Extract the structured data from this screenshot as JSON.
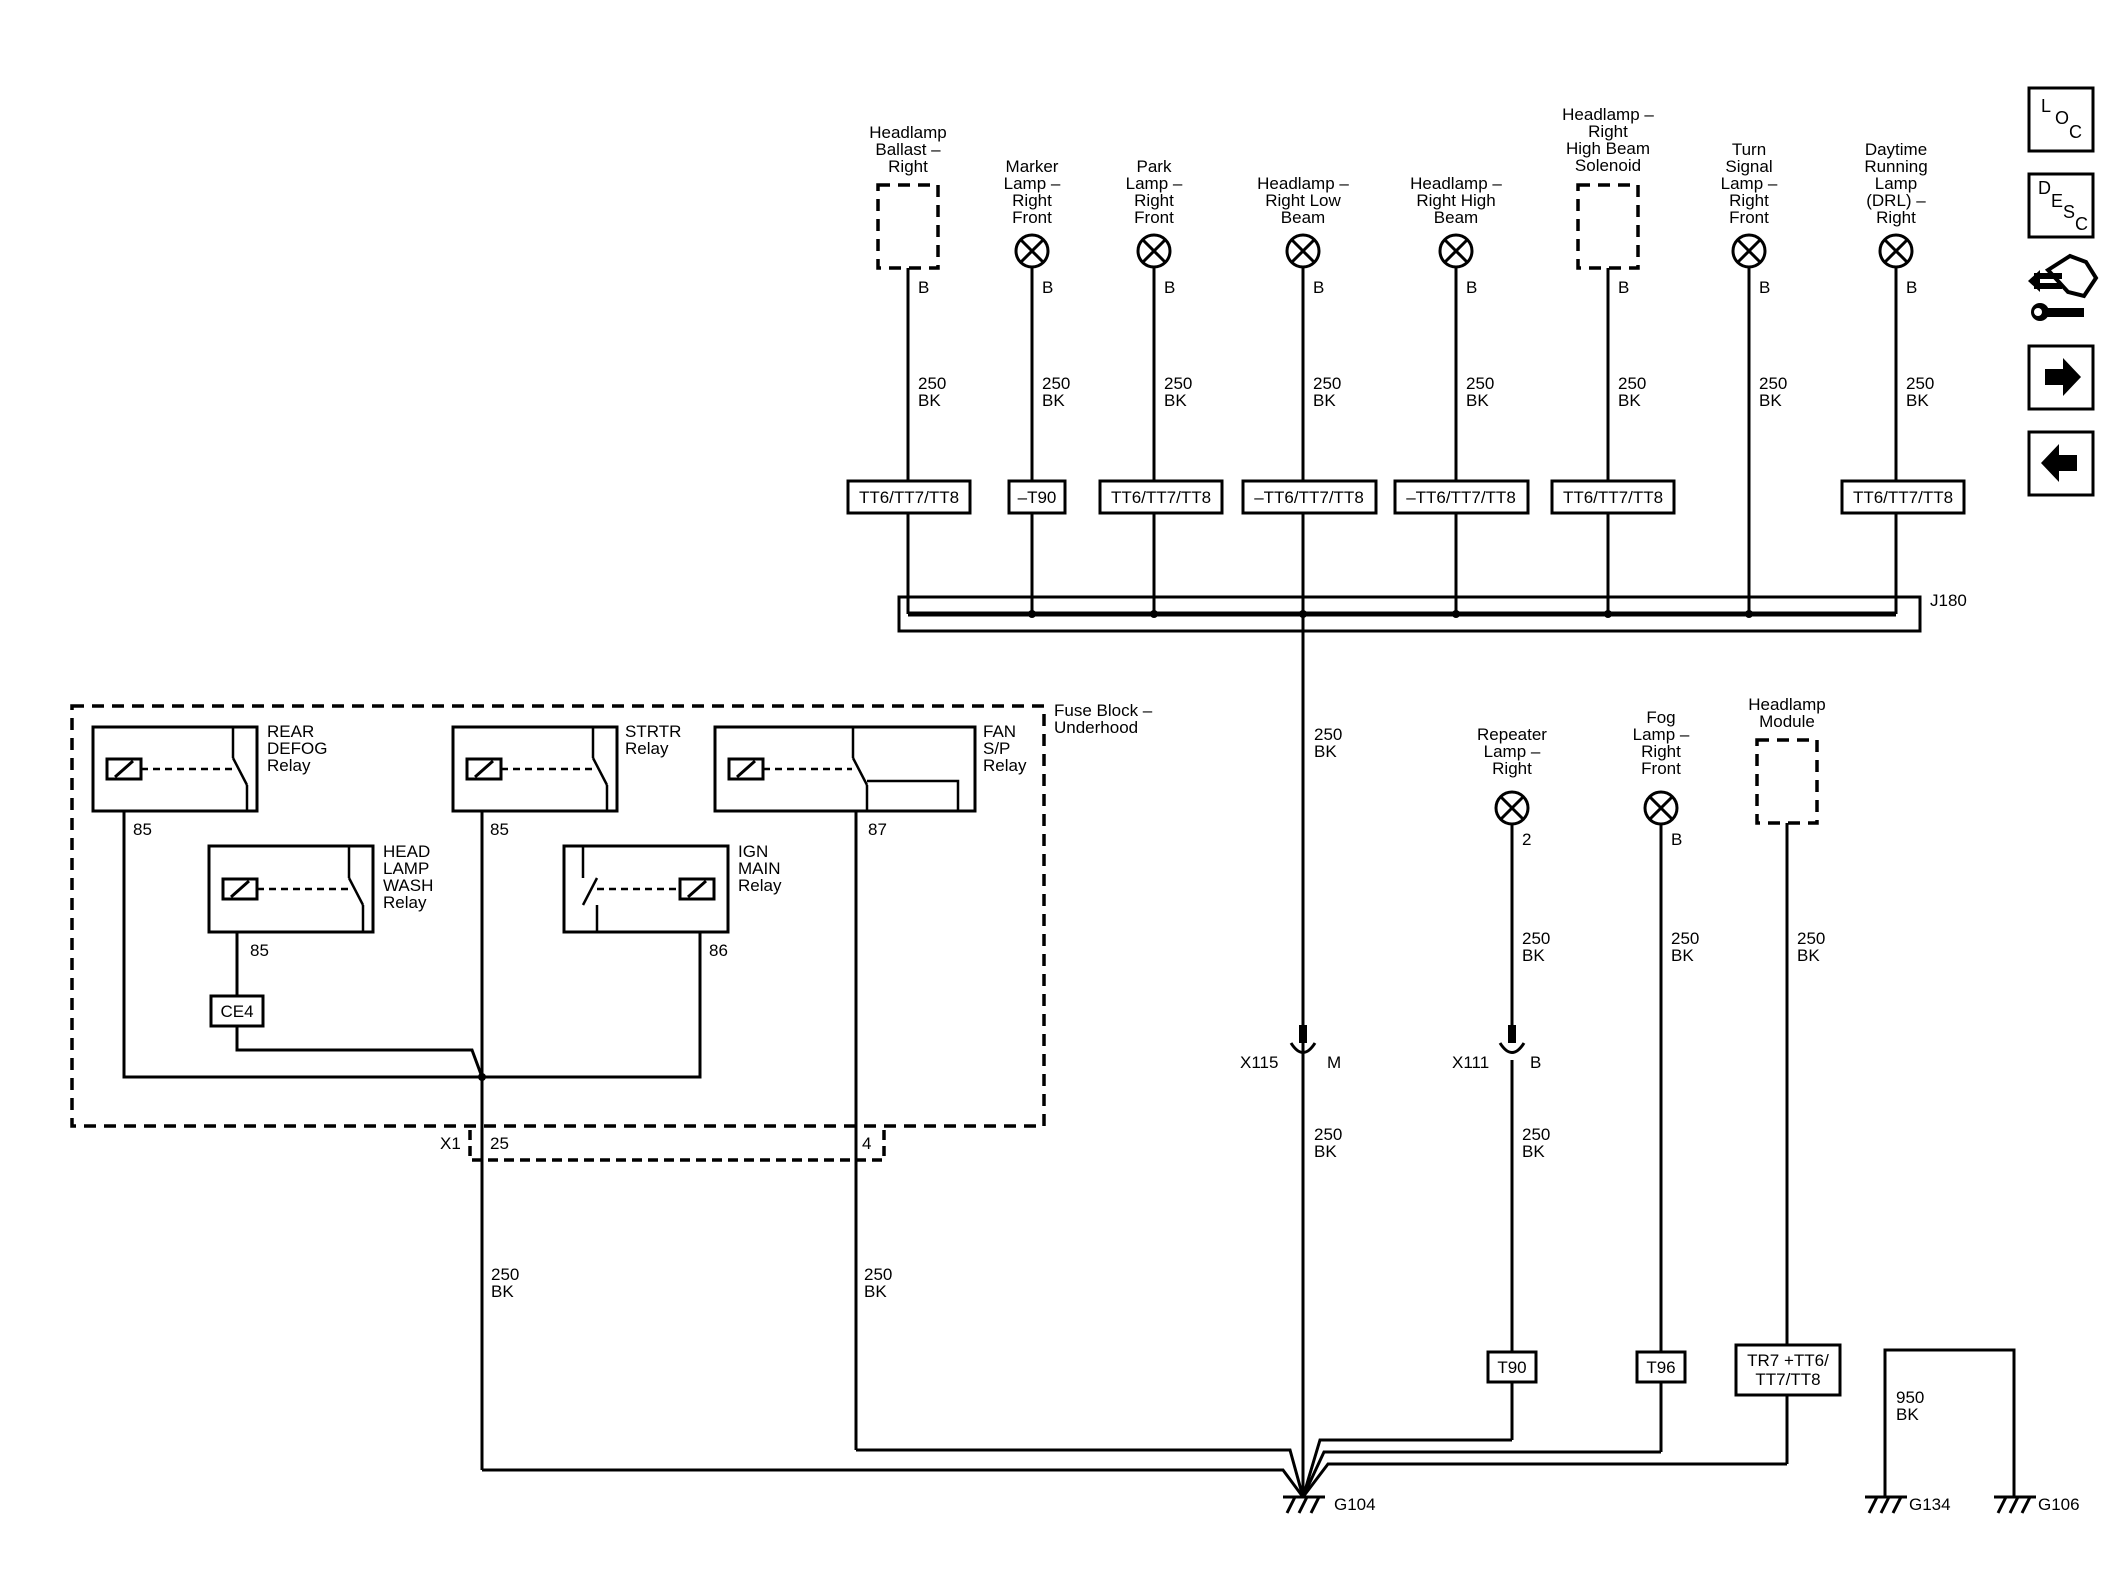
{
  "components": {
    "ballast": [
      "Headlamp",
      "Ballast –",
      "Right"
    ],
    "marker": [
      "Marker",
      "Lamp –",
      "Right",
      "Front"
    ],
    "park": [
      "Park",
      "Lamp –",
      "Right",
      "Front"
    ],
    "lowbeam": [
      "Headlamp –",
      "Right Low",
      "Beam"
    ],
    "highbeam": [
      "Headlamp –",
      "Right High",
      "Beam"
    ],
    "solenoid": [
      "Headlamp –",
      "Right",
      "High Beam",
      "Solenoid"
    ],
    "turn": [
      "Turn",
      "Signal",
      "Lamp –",
      "Right",
      "Front"
    ],
    "drl": [
      "Daytime",
      "Running",
      "Lamp",
      "(DRL) –",
      "Right"
    ],
    "repeater": [
      "Repeater",
      "Lamp –",
      "Right"
    ],
    "fog": [
      "Fog",
      "Lamp –",
      "Right",
      "Front"
    ],
    "module": [
      "Headlamp",
      "Module"
    ]
  },
  "pins": {
    "b": "B",
    "two": "2",
    "p85": "85",
    "p86": "86",
    "p87": "87",
    "p25": "25",
    "p4": "4",
    "m": "M"
  },
  "wire": {
    "gauge": "250",
    "color": "BK",
    "gauge2": "950"
  },
  "option_codes": {
    "tt": "TT6/TT7/TT8",
    "neg_tt": "–TT6/TT7/TT8",
    "neg_t90": "–T90",
    "t90": "T90",
    "t96": "T96",
    "tr7": [
      "TR7 +TT6/",
      "TT7/TT8"
    ],
    "ce4": "CE4"
  },
  "splice": "J180",
  "fuse_block": [
    "Fuse Block –",
    "Underhood"
  ],
  "relays": {
    "rear_defog": [
      "REAR",
      "DEFOG",
      "Relay"
    ],
    "strtr": [
      "STRTR",
      "Relay"
    ],
    "fan": [
      "FAN",
      "S/P",
      "Relay"
    ],
    "headlamp_wash": [
      "HEAD",
      "LAMP",
      "WASH",
      "Relay"
    ],
    "ign_main": [
      "IGN",
      "MAIN",
      "Relay"
    ]
  },
  "connectors": {
    "x1": "X1",
    "x115": "X115",
    "x111": "X111"
  },
  "grounds": {
    "g104": "G104",
    "g134": "G134",
    "g106": "G106"
  },
  "nav_icons": {
    "loc": [
      "L",
      "O",
      "C"
    ],
    "desc": [
      "D",
      "E",
      "S",
      "C"
    ],
    "items": [
      "loc-icon",
      "desc-icon",
      "connector-tool-icon",
      "arrow-right-icon",
      "arrow-left-icon"
    ]
  }
}
